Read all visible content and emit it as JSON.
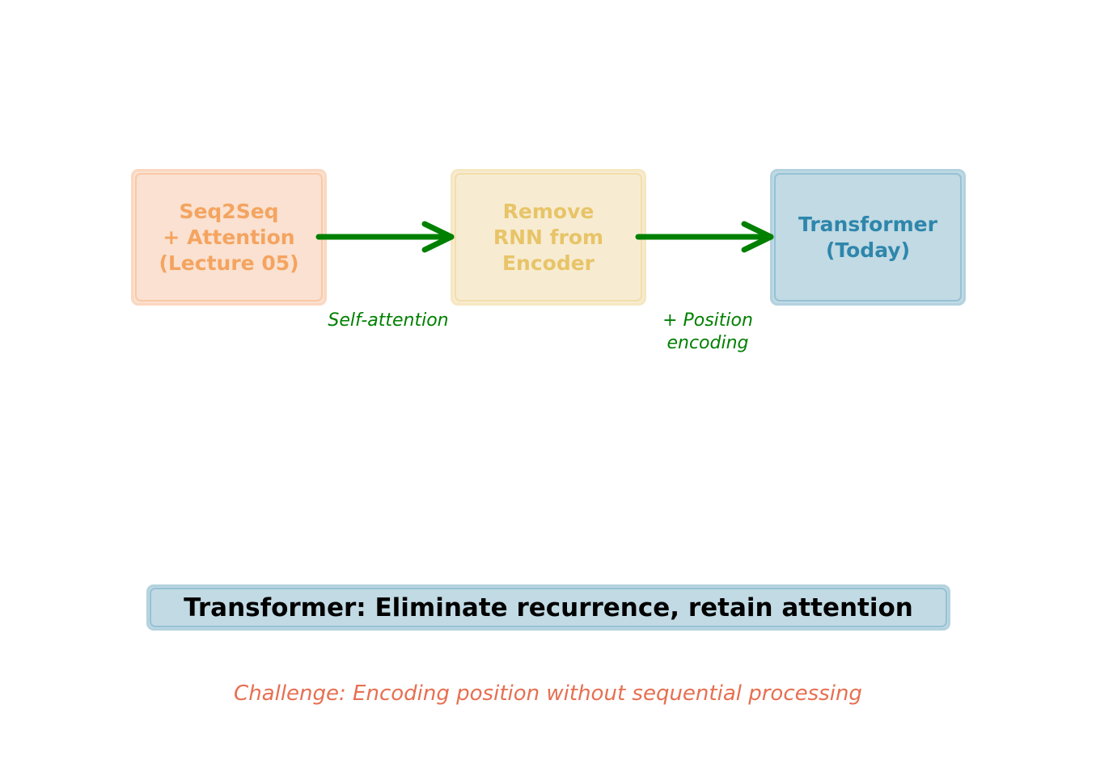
{
  "diagram": {
    "stages": [
      {
        "id": "seq2seq-attention",
        "label": "Seq2Seq\n+ Attention\n(Lecture 05)",
        "fill": "#fae1d1",
        "text_color": "#f4a460"
      },
      {
        "id": "remove-rnn",
        "label": "Remove\nRNN from\nEncoder",
        "fill": "#f7ecd2",
        "text_color": "#e8c468"
      },
      {
        "id": "transformer",
        "label": "Transformer\n(Today)",
        "fill": "#c1dae4",
        "text_color": "#2e86ab"
      }
    ],
    "transitions": [
      {
        "from": "seq2seq-attention",
        "to": "remove-rnn",
        "label": "Self-attention"
      },
      {
        "from": "remove-rnn",
        "to": "transformer",
        "label": "+ Position\nencoding"
      }
    ],
    "arrow_color": "#008000"
  },
  "summary": {
    "text": "Transformer: Eliminate recurrence, retain attention",
    "fill": "#c1dae4"
  },
  "challenge": {
    "text": "Challenge: Encoding position without sequential processing",
    "color": "#e76f51"
  }
}
